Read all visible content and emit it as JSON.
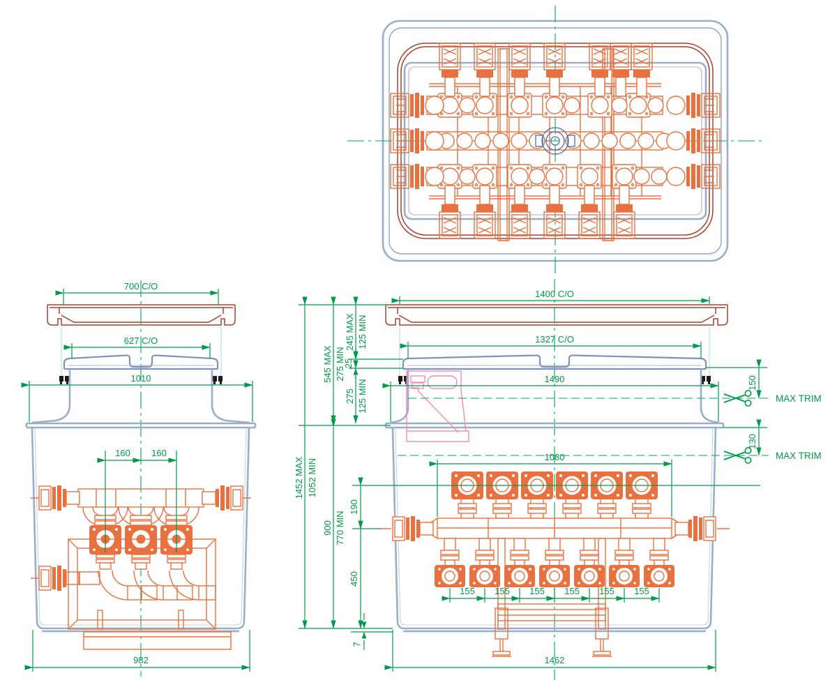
{
  "colors": {
    "dimension_green": "#009b4a",
    "centerline_green": "#00a859",
    "pipe_orange": "#e8713f",
    "cover_red": "#a8402f",
    "tank_blue": "#98afc7",
    "lid_blue": "#8091bb",
    "inner_lavender": "#afafd4",
    "extension_cyan": "#c3e9f4",
    "detail_pink": "#f08fb4",
    "fitting_blue": "#4a6cb3",
    "clip_black": "#1a1a1a"
  },
  "left_view": {
    "dims": {
      "cover_co": "700 C/O",
      "lid_co": "627 C/O",
      "flange_width": "1010",
      "riser_left": "160",
      "riser_right": "160",
      "base_width": "982"
    }
  },
  "right_view": {
    "dims": {
      "cover_co": "1400 C/O",
      "lid_co": "1327 C/O",
      "flange_width": "1490",
      "manifold_length": "1080",
      "height_max": "1452 MAX",
      "height_min": "1052 MIN",
      "neck_height_max": "545 MAX",
      "neck_height_min": "275 MIN",
      "cover_gap_max": "245 MAX",
      "cover_gap_min": "125 MIN",
      "lid_step": "25",
      "riser_height": "275",
      "riser_height_min": "125 MIN",
      "body_height": "900",
      "body_height_min": "770 MIN",
      "valve_rise": "190",
      "valve_drop": "450",
      "bottom_lip": "7",
      "trim_top": "150",
      "trim_bottom": "130",
      "trim_label_top": "MAX TRIM",
      "trim_label_bottom": "MAX TRIM",
      "port_spacing": [
        "155",
        "155",
        "155",
        "155",
        "155",
        "155"
      ],
      "base_width": "1462"
    }
  }
}
